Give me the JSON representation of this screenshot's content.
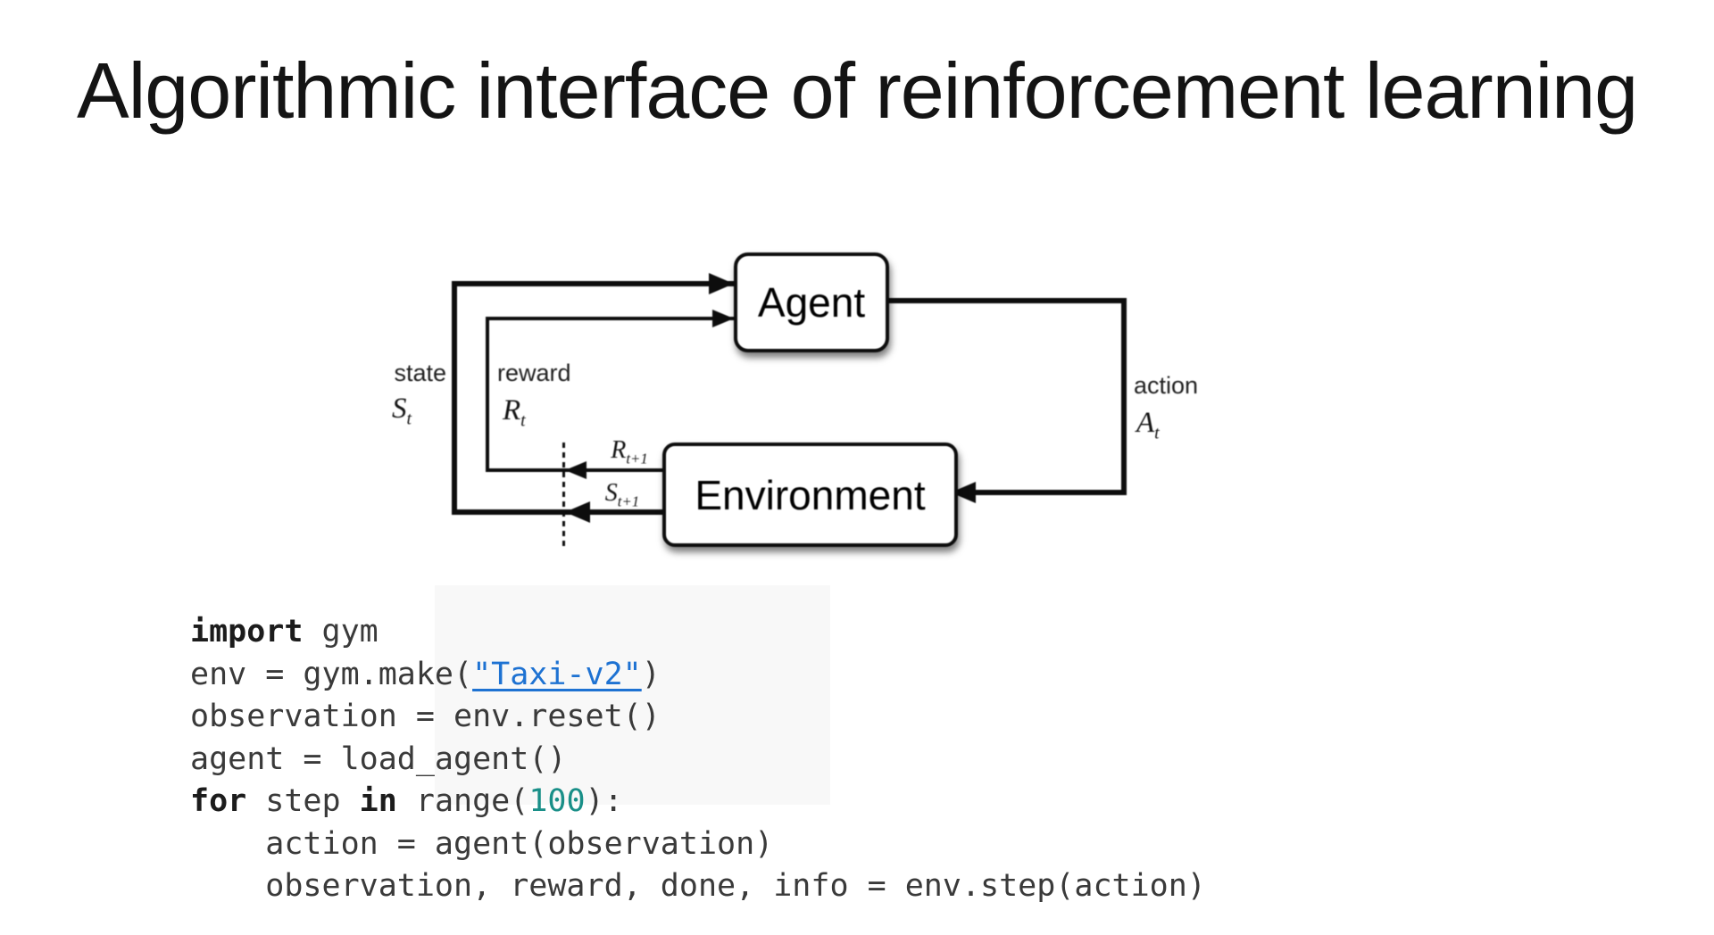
{
  "title": "Algorithmic interface of reinforcement learning",
  "diagram": {
    "agent_label": "Agent",
    "environment_label": "Environment",
    "state_label": "state",
    "state_symbol": "S",
    "state_sub": "t",
    "reward_label": "reward",
    "reward_symbol": "R",
    "reward_sub": "t",
    "action_label": "action",
    "action_symbol": "A",
    "action_sub": "t",
    "next_reward_symbol": "R",
    "next_reward_sub": "t+1",
    "next_state_symbol": "S",
    "next_state_sub": "t+1"
  },
  "code": {
    "lines": [
      {
        "s": [
          {
            "t": "import",
            "c": "kw"
          },
          {
            "t": " gym",
            "c": "pl"
          }
        ]
      },
      {
        "s": [
          {
            "t": "env = gym.make(",
            "c": "pl"
          },
          {
            "t": "\"Taxi-v2\"",
            "c": "link"
          },
          {
            "t": ")",
            "c": "pl"
          }
        ]
      },
      {
        "s": [
          {
            "t": "observation = env.reset()",
            "c": "pl"
          }
        ]
      },
      {
        "s": [
          {
            "t": "agent = load_agent()",
            "c": "pl"
          }
        ]
      },
      {
        "s": [
          {
            "t": "for",
            "c": "kw"
          },
          {
            "t": " step ",
            "c": "pl"
          },
          {
            "t": "in",
            "c": "kw"
          },
          {
            "t": " range(",
            "c": "pl"
          },
          {
            "t": "100",
            "c": "num"
          },
          {
            "t": "):",
            "c": "pl"
          }
        ]
      },
      {
        "s": [
          {
            "t": "    action = agent(observation)",
            "c": "pl"
          }
        ]
      },
      {
        "s": [
          {
            "t": "    observation, reward, done, info = env.step(action)",
            "c": "pl"
          }
        ]
      }
    ]
  },
  "colors": {
    "ink": "#0d0d0d",
    "code_text": "#3a3a3a",
    "keyword": "#1c1c1c",
    "number_teal": "#198f88",
    "link_blue": "#1e72d2"
  }
}
